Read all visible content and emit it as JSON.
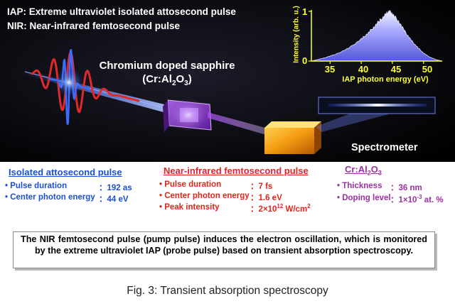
{
  "scene": {
    "iap_line": "IAP: Extreme ultraviolet isolated attosecond pulse",
    "nir_line": "NIR: Near-infrared femtosecond pulse",
    "crystal_title": "Chromium doped sapphire",
    "crystal_formula_prefix": "(Cr:Al",
    "crystal_formula_sub1": "2",
    "crystal_formula_mid": "O",
    "crystal_formula_sub2": "3",
    "crystal_formula_suffix": ")",
    "spectrometer_label": "Spectrometer"
  },
  "chart_data": {
    "type": "area",
    "xlabel": "IAP photon energy (eV)",
    "ylabel": "Intensity (arb. u.)",
    "xticks": [
      "35",
      "40",
      "45",
      "50"
    ],
    "yticks": [
      "0",
      "1"
    ],
    "xlim": [
      32,
      53
    ],
    "ylim": [
      0,
      1
    ],
    "x": [
      32,
      34,
      36,
      38,
      40,
      41,
      42,
      43,
      44,
      44.5,
      45,
      46,
      47,
      48,
      49,
      50,
      51,
      52,
      53
    ],
    "y": [
      0.0,
      0.06,
      0.14,
      0.26,
      0.44,
      0.55,
      0.68,
      0.82,
      0.94,
      1.0,
      0.95,
      0.8,
      0.6,
      0.42,
      0.28,
      0.16,
      0.08,
      0.03,
      0.0
    ],
    "fill_color": "#9a9cff",
    "axis_color": "#ffff33"
  },
  "sections": {
    "iap": {
      "title": "Isolated attosecond pulse",
      "rows": [
        {
          "label": "• Pulse duration",
          "value": "：192 as"
        },
        {
          "label": "• Center photon energy",
          "value": "：44 eV"
        }
      ]
    },
    "nir": {
      "title": "Near-infrared femtosecond pulse",
      "rows": [
        {
          "label": "• Pulse duration",
          "value": "：7 fs"
        },
        {
          "label": "• Center photon energy",
          "value": "：1.6 eV"
        }
      ],
      "peak_label": "• Peak intensity",
      "peak_value_prefix": "：2×10",
      "peak_value_exp": "12",
      "peak_value_unit": " W/cm",
      "peak_value_unit_exp": "2"
    },
    "cral": {
      "title_prefix": "Cr:Al",
      "title_sub1": "2",
      "title_mid": "O",
      "title_sub2": "3",
      "thickness_label": "• Thickness",
      "thickness_value": "：36 nm",
      "doping_label": "• Doping level",
      "doping_value_prefix": "：1×10",
      "doping_value_exp": "-3",
      "doping_value_suffix": " at. %"
    }
  },
  "note": "The NIR femtosecond pulse (pump pulse) induces the electron oscillation, which is monitored by the extreme ultraviolet IAP (probe pulse) based on transient absorption spectroscopy.",
  "caption": "Fig. 3: Transient absorption spectroscopy",
  "colors": {
    "iap_accent": "#1a4fd6",
    "nir_accent": "#e0251b",
    "cral_accent": "#9b2fa3"
  }
}
